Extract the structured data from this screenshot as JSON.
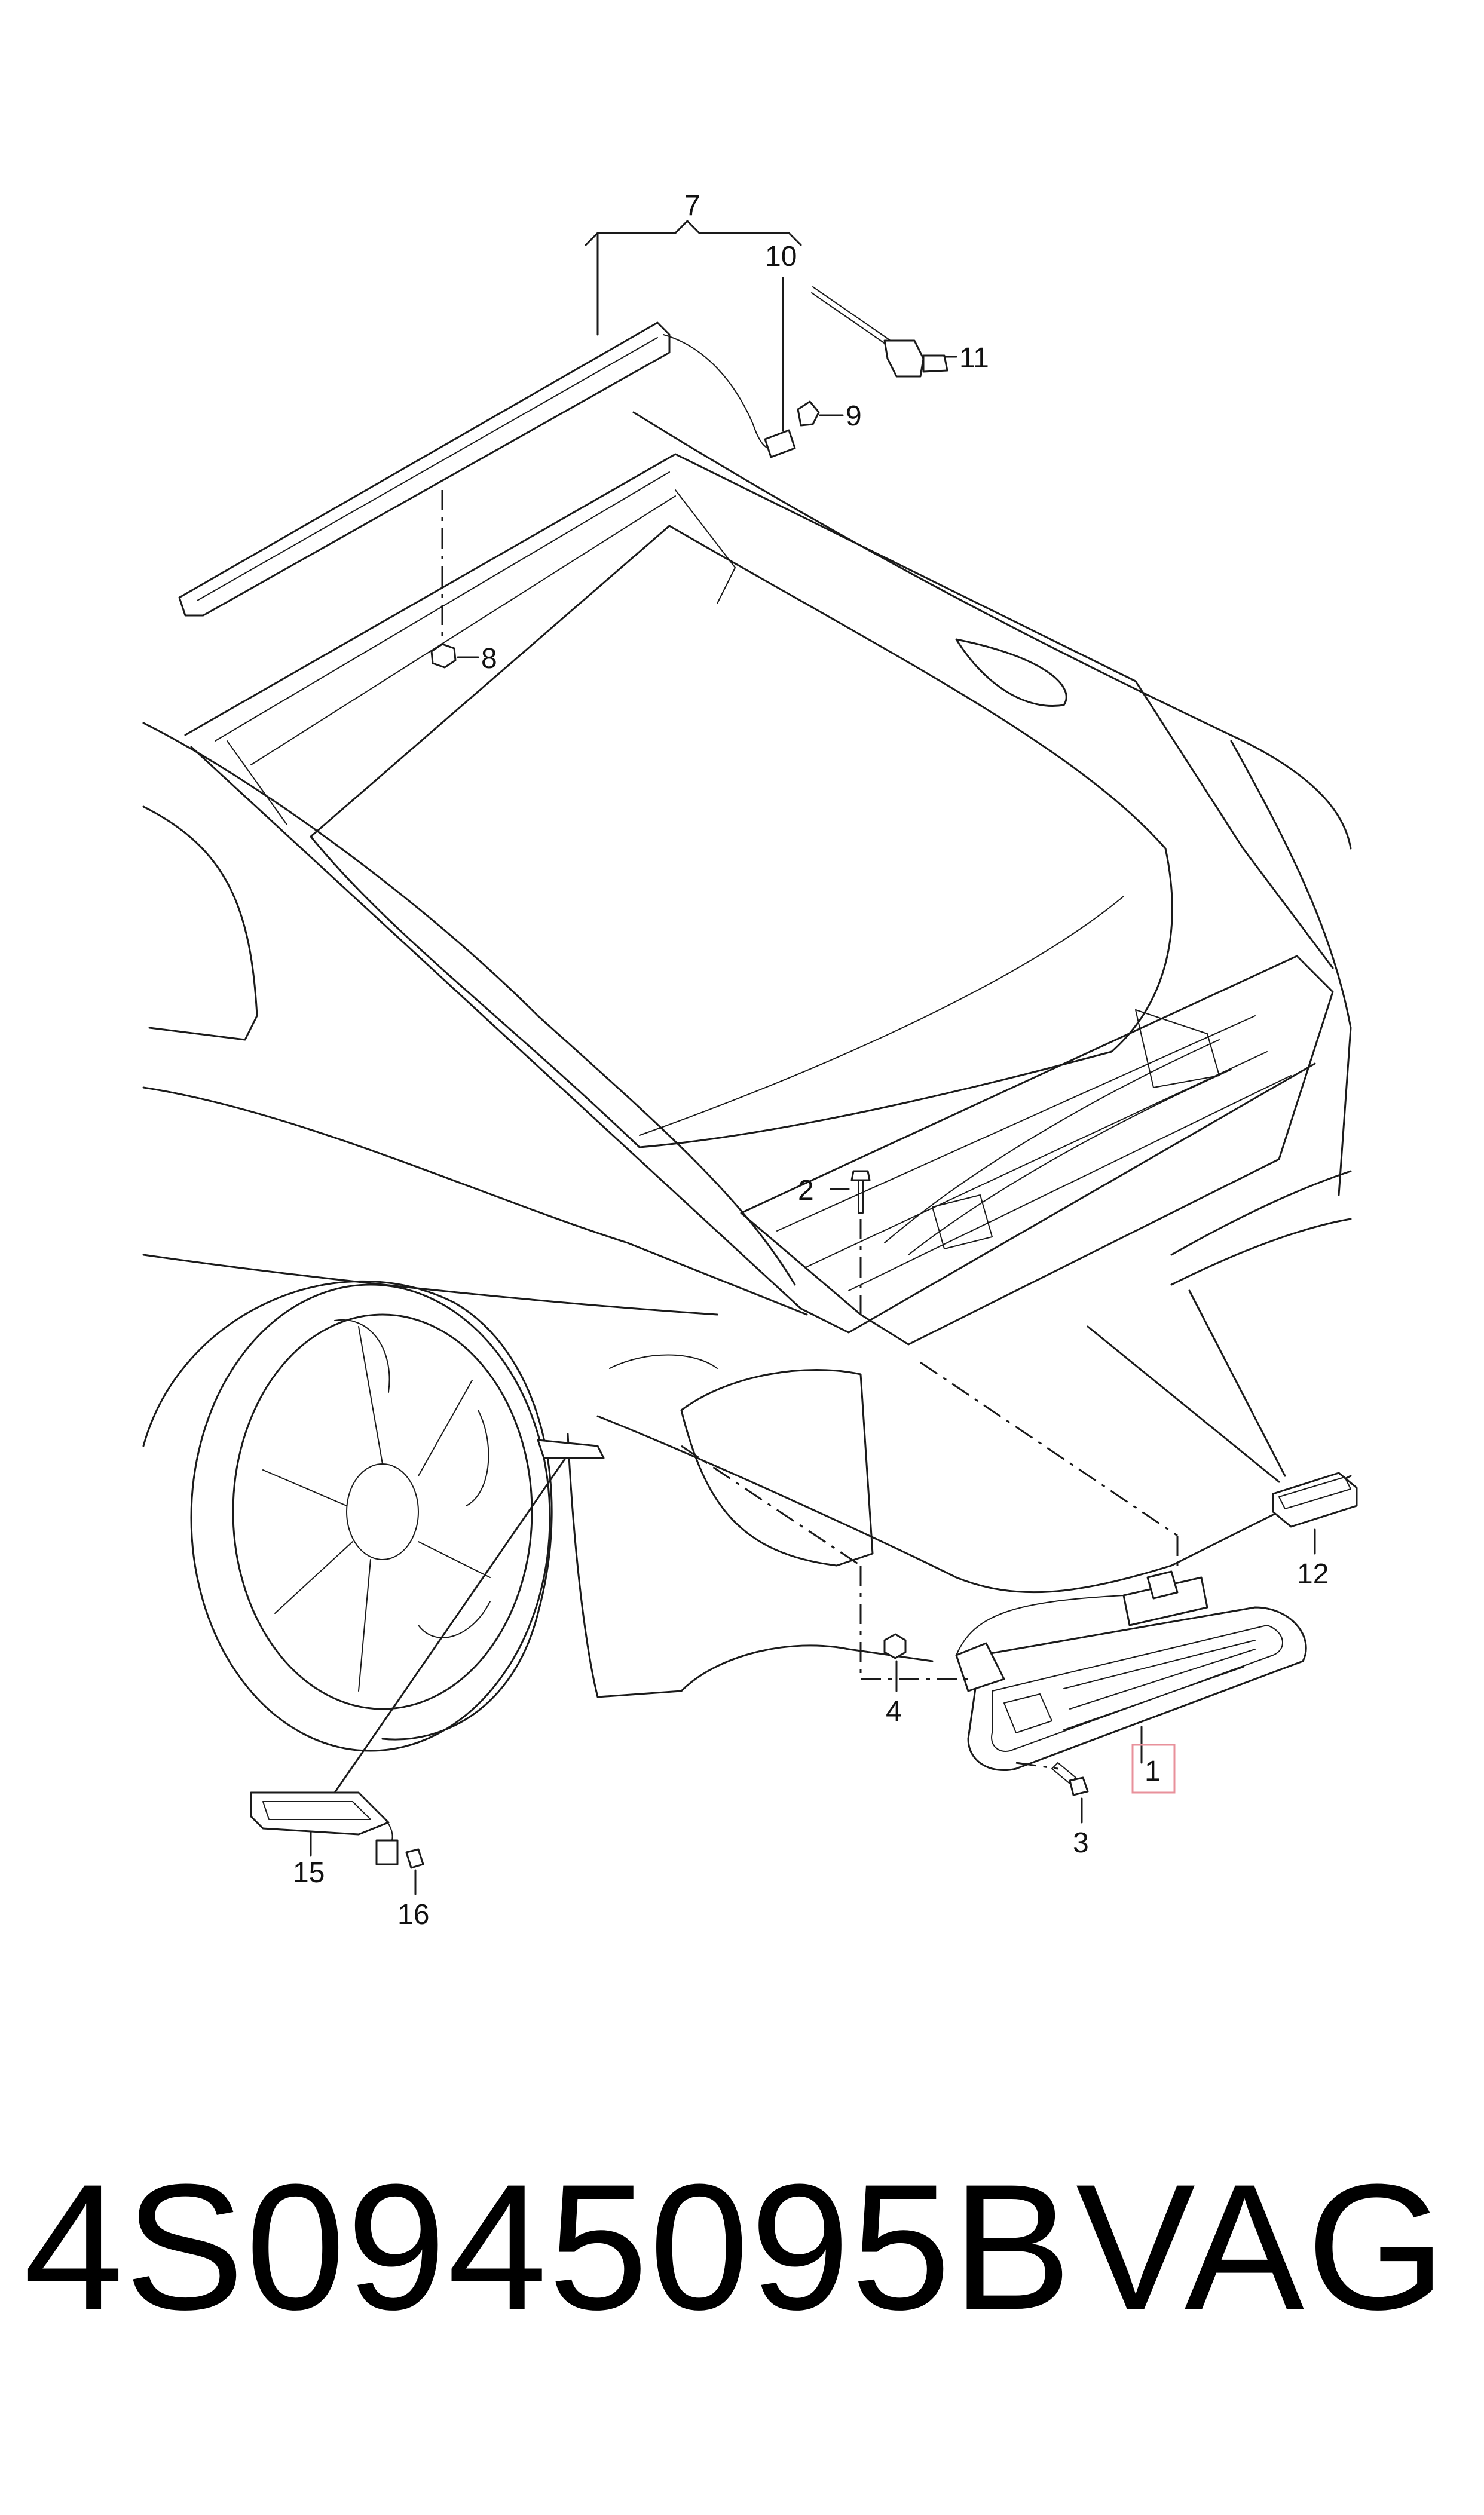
{
  "callouts": [
    {
      "id": "c1",
      "label": "1",
      "highlighted": true
    },
    {
      "id": "c2",
      "label": "2"
    },
    {
      "id": "c3",
      "label": "3"
    },
    {
      "id": "c4",
      "label": "4"
    },
    {
      "id": "c7",
      "label": "7"
    },
    {
      "id": "c8",
      "label": "8"
    },
    {
      "id": "c9",
      "label": "9"
    },
    {
      "id": "c10",
      "label": "10"
    },
    {
      "id": "c11",
      "label": "11"
    },
    {
      "id": "c12",
      "label": "12"
    },
    {
      "id": "c15",
      "label": "15"
    },
    {
      "id": "c16",
      "label": "16"
    }
  ],
  "footer": {
    "part_number": "4S0945095B",
    "brand": "VAG"
  },
  "colors": {
    "line": "#1a1a1a",
    "highlight": "#e8919b",
    "background": "#ffffff"
  }
}
